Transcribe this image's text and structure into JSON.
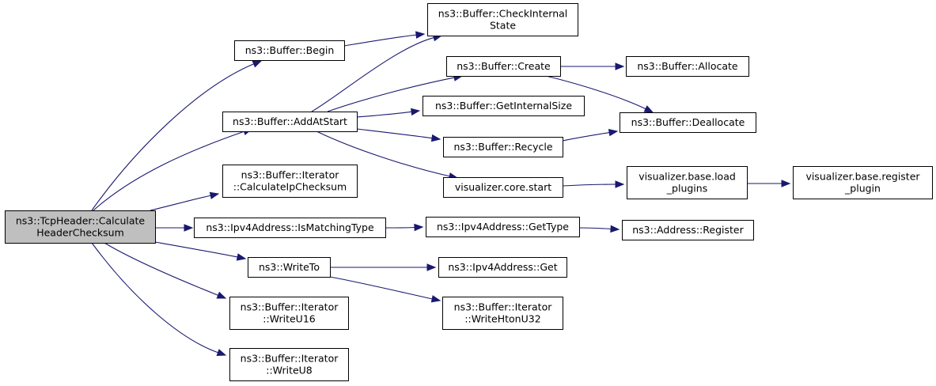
{
  "graph": {
    "nodes": [
      {
        "id": "root",
        "lines": [
          "ns3::TcpHeader::Calculate",
          "HeaderChecksum"
        ],
        "root": true
      },
      {
        "id": "begin",
        "lines": [
          "ns3::Buffer::Begin"
        ]
      },
      {
        "id": "addatstart",
        "lines": [
          "ns3::Buffer::AddAtStart"
        ]
      },
      {
        "id": "iter_calc",
        "lines": [
          "ns3::Buffer::Iterator",
          "::CalculateIpChecksum"
        ]
      },
      {
        "id": "ismatching",
        "lines": [
          "ns3::Ipv4Address::IsMatchingType"
        ]
      },
      {
        "id": "writeto",
        "lines": [
          "ns3::WriteTo"
        ]
      },
      {
        "id": "writeu16",
        "lines": [
          "ns3::Buffer::Iterator",
          "::WriteU16"
        ]
      },
      {
        "id": "writeu8",
        "lines": [
          "ns3::Buffer::Iterator",
          "::WriteU8"
        ]
      },
      {
        "id": "checkinternal",
        "lines": [
          "ns3::Buffer::CheckInternal",
          "State"
        ]
      },
      {
        "id": "create",
        "lines": [
          "ns3::Buffer::Create"
        ]
      },
      {
        "id": "getinternalsize",
        "lines": [
          "ns3::Buffer::GetInternalSize"
        ]
      },
      {
        "id": "recycle",
        "lines": [
          "ns3::Buffer::Recycle"
        ]
      },
      {
        "id": "viscore",
        "lines": [
          "visualizer.core.start"
        ]
      },
      {
        "id": "gettype",
        "lines": [
          "ns3::Ipv4Address::GetType"
        ]
      },
      {
        "id": "ipv4get",
        "lines": [
          "ns3::Ipv4Address::Get"
        ]
      },
      {
        "id": "writehton",
        "lines": [
          "ns3::Buffer::Iterator",
          "::WriteHtonU32"
        ]
      },
      {
        "id": "allocate",
        "lines": [
          "ns3::Buffer::Allocate"
        ]
      },
      {
        "id": "deallocate",
        "lines": [
          "ns3::Buffer::Deallocate"
        ]
      },
      {
        "id": "visload",
        "lines": [
          "visualizer.base.load",
          "_plugins"
        ]
      },
      {
        "id": "addrregister",
        "lines": [
          "ns3::Address::Register"
        ]
      },
      {
        "id": "visregister",
        "lines": [
          "visualizer.base.register",
          "_plugin"
        ]
      }
    ],
    "edges": [
      [
        "root",
        "begin"
      ],
      [
        "root",
        "addatstart"
      ],
      [
        "root",
        "iter_calc"
      ],
      [
        "root",
        "ismatching"
      ],
      [
        "root",
        "writeto"
      ],
      [
        "root",
        "writeu16"
      ],
      [
        "root",
        "writeu8"
      ],
      [
        "begin",
        "checkinternal"
      ],
      [
        "addatstart",
        "checkinternal"
      ],
      [
        "addatstart",
        "create"
      ],
      [
        "addatstart",
        "getinternalsize"
      ],
      [
        "addatstart",
        "recycle"
      ],
      [
        "addatstart",
        "viscore"
      ],
      [
        "create",
        "allocate"
      ],
      [
        "create",
        "deallocate"
      ],
      [
        "recycle",
        "deallocate"
      ],
      [
        "viscore",
        "visload"
      ],
      [
        "visload",
        "visregister"
      ],
      [
        "ismatching",
        "gettype"
      ],
      [
        "gettype",
        "addrregister"
      ],
      [
        "writeto",
        "ipv4get"
      ],
      [
        "writeto",
        "writehton"
      ]
    ]
  }
}
